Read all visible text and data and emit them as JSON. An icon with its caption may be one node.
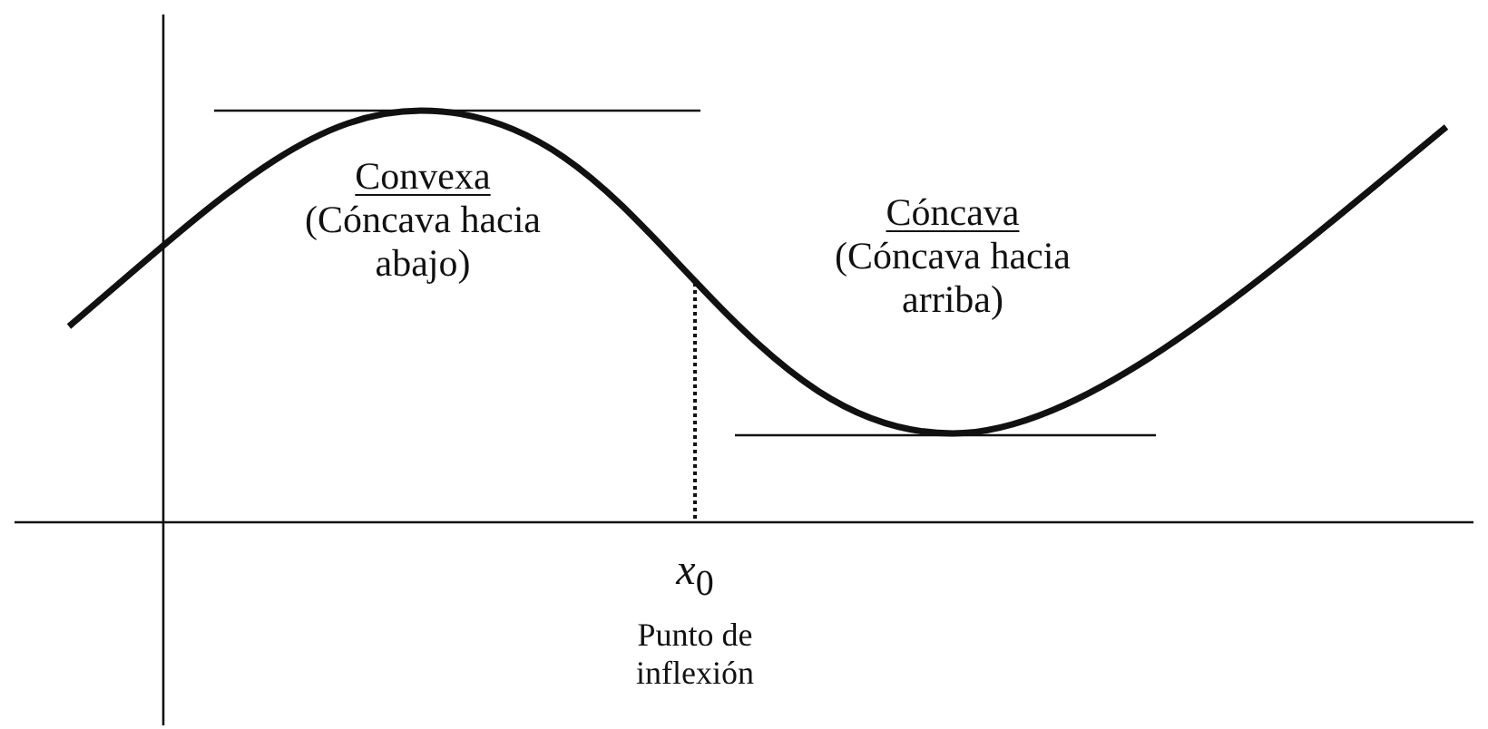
{
  "diagram": {
    "labels": [
      "Convexa",
      "(Cóncava hacia abajo)",
      "Cóncava",
      "(Cóncava hacia arriba)",
      "*x*$_{0}$",
      "Punto de inflexión"
    ]
  }
}
